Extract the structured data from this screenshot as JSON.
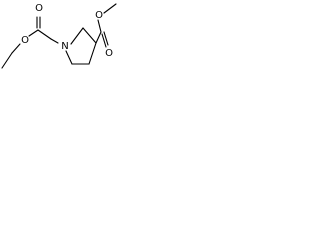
{
  "molecule": {
    "atoms": {
      "ester_carbonyl_o_left": "O",
      "ester_ether_o_left": "O",
      "ring_nitrogen": "N",
      "ester_carbonyl_o_right": "O",
      "ester_ether_o_right": "O"
    },
    "colors": {
      "bond": "#000000",
      "label": "#000000",
      "background": "#ffffff"
    }
  }
}
